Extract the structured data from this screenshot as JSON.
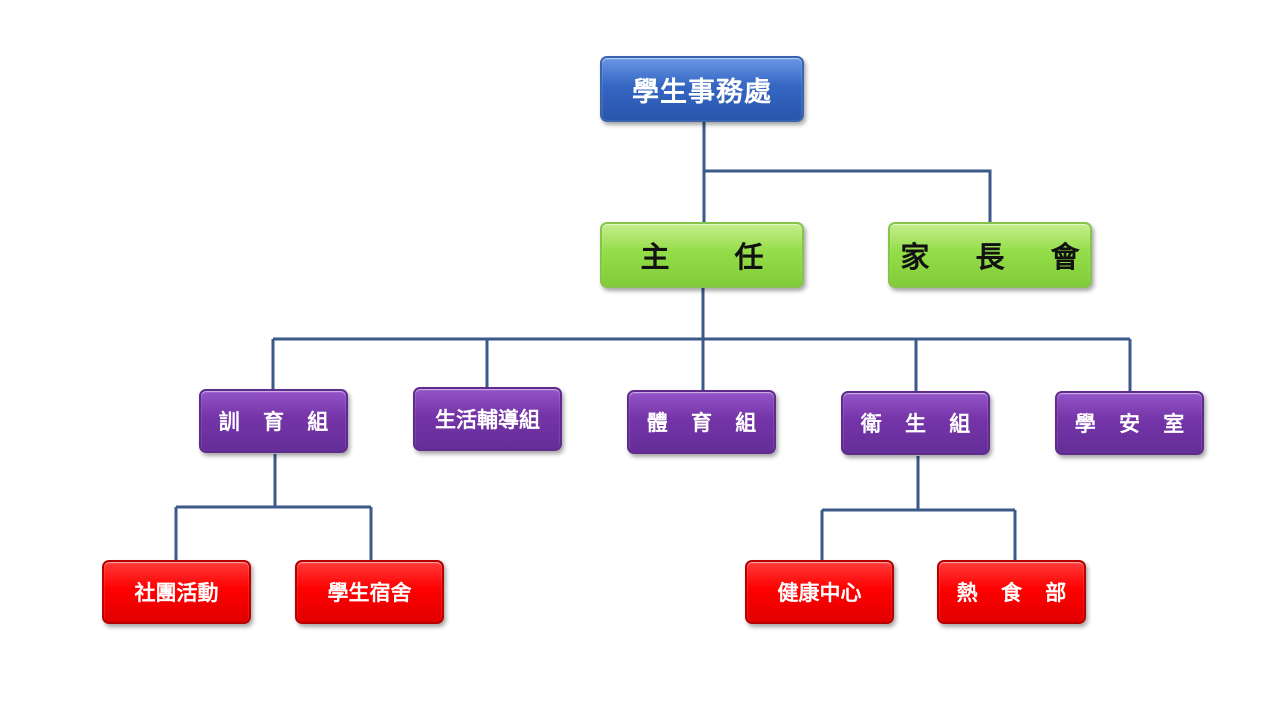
{
  "org_chart": {
    "root": "學生事務處",
    "director": "主　任",
    "parents_association": "家 長 會",
    "divisions": {
      "discipline": "訓 育 組",
      "life_guidance": "生活輔導組",
      "sports": "體 育 組",
      "health": "衛 生 組",
      "campus_security": "學 安 室"
    },
    "units": {
      "club_activities": "社團活動",
      "dormitory": "學生宿舍",
      "health_center": "健康中心",
      "cafeteria": "熱 食 部"
    }
  },
  "colors": {
    "root_box": "#3466c3",
    "level2_box": "#93dd48",
    "division_box": "#7434a8",
    "unit_box": "#ff0000",
    "connector": "#3b5a8a"
  }
}
